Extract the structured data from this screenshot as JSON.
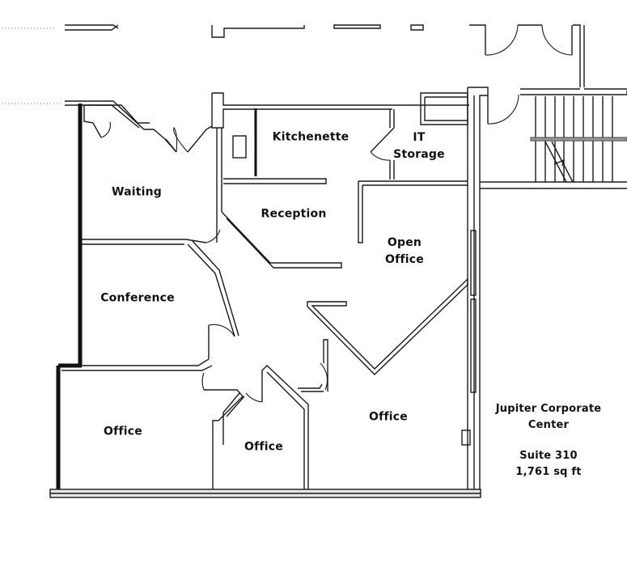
{
  "plan": {
    "building": "Jupiter Corporate Center",
    "building_line1": "Jupiter Corporate",
    "building_line2": "Center",
    "suite": "Suite 310",
    "area": "1,761 sq ft"
  },
  "rooms": {
    "kitchenette": "Kitchenette",
    "it_storage_line1": "IT",
    "it_storage_line2": "Storage",
    "waiting": "Waiting",
    "reception": "Reception",
    "open_office_line1": "Open",
    "open_office_line2": "Office",
    "conference": "Conference",
    "office_left": "Office",
    "office_center": "Office",
    "office_right": "Office"
  },
  "colors": {
    "line": "#1a1a1a",
    "background": "#ffffff"
  }
}
